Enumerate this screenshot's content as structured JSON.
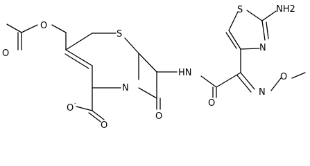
{
  "molecule": {
    "atoms": {
      "o_ester": "O",
      "o_carbonyl_acetyl": "O",
      "s_ring": "S",
      "n_ring": "N",
      "nh_amide": "HN",
      "o_lactam": "O",
      "o_amide": "O",
      "o_carboxylate_1": "O",
      "o_carboxylate_2": "O",
      "s_thiazole": "S",
      "n_thiazole": "N",
      "n_oxime": "N",
      "o_oxime": "O",
      "nh2": "NH2",
      "charge": "-"
    }
  }
}
